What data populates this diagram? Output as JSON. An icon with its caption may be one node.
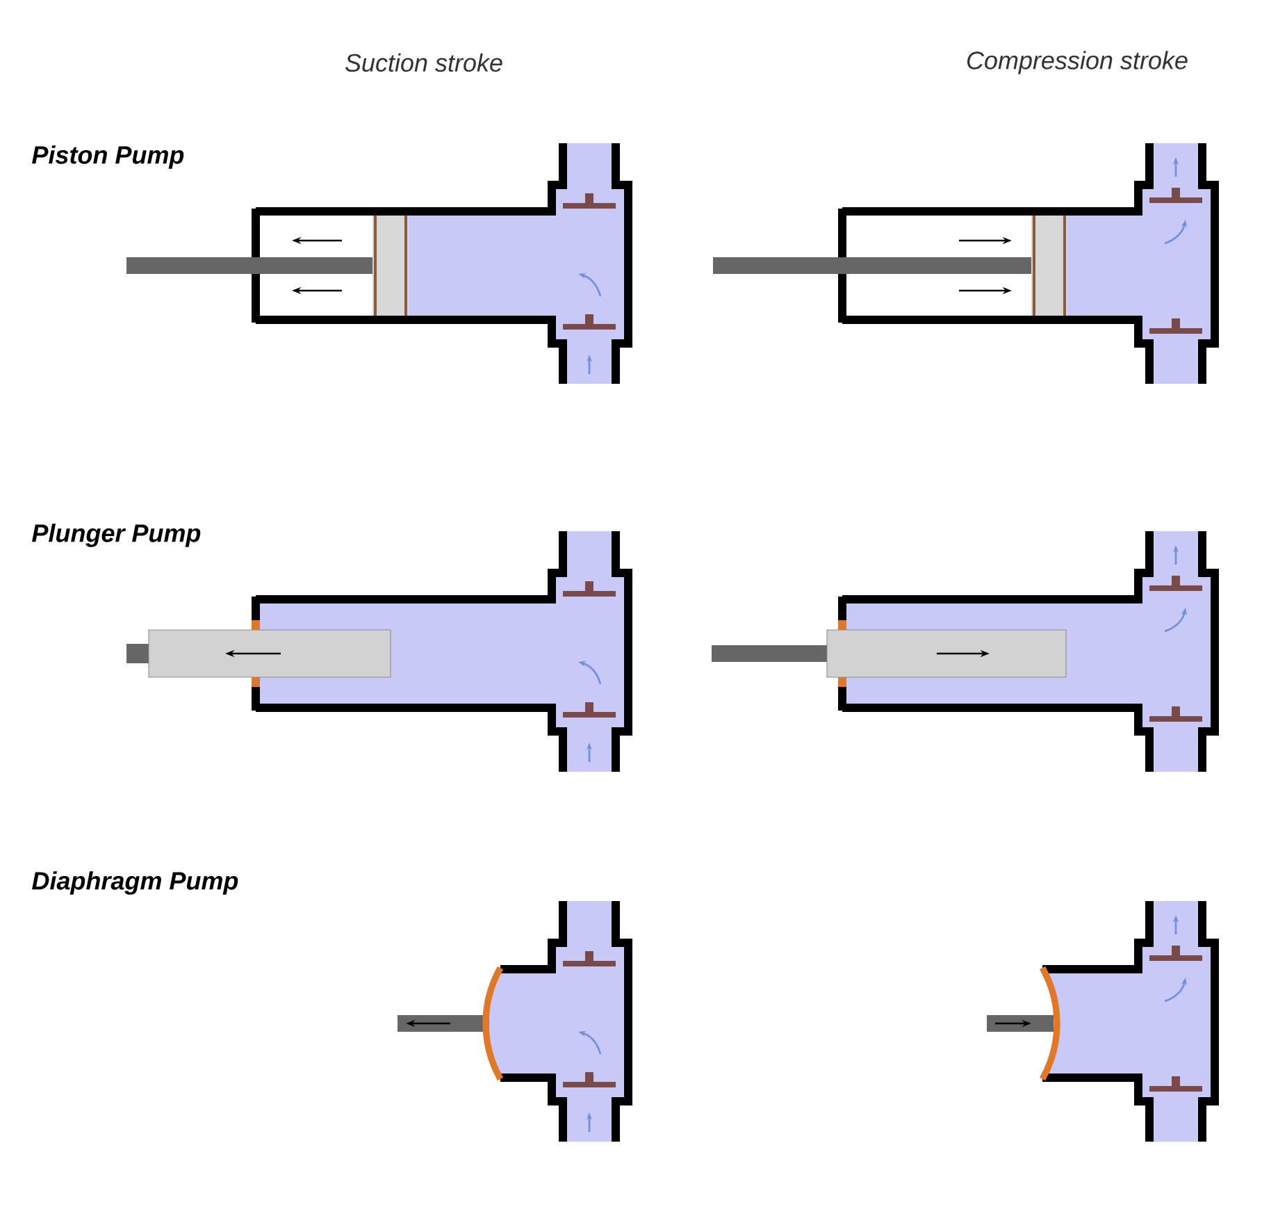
{
  "diagram": {
    "labels": [
      "Suction stroke",
      "Compression stroke",
      "Piston Pump",
      "Plunger Pump",
      "Diaphragm Pump"
    ]
  }
}
